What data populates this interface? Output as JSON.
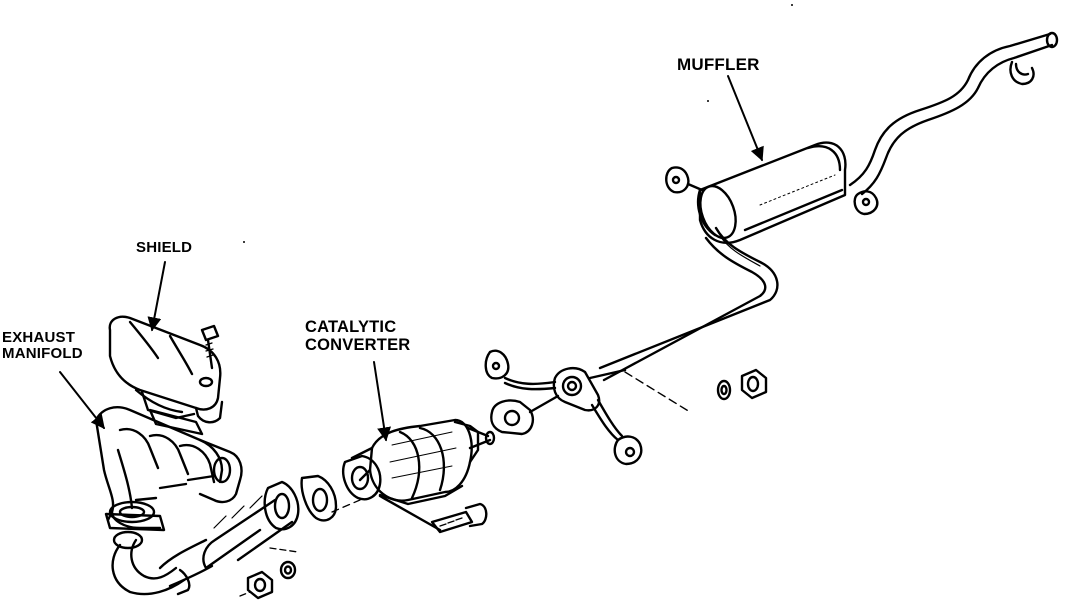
{
  "labels": {
    "muffler": "MUFFLER",
    "shield": "SHIELD",
    "exhaust_manifold": [
      "EXHAUST",
      "MANIFOLD"
    ],
    "catalytic_converter": [
      "CATALYTIC",
      "CONVERTER"
    ]
  },
  "colors": {
    "ink": "#000000",
    "paper": "#ffffff"
  }
}
